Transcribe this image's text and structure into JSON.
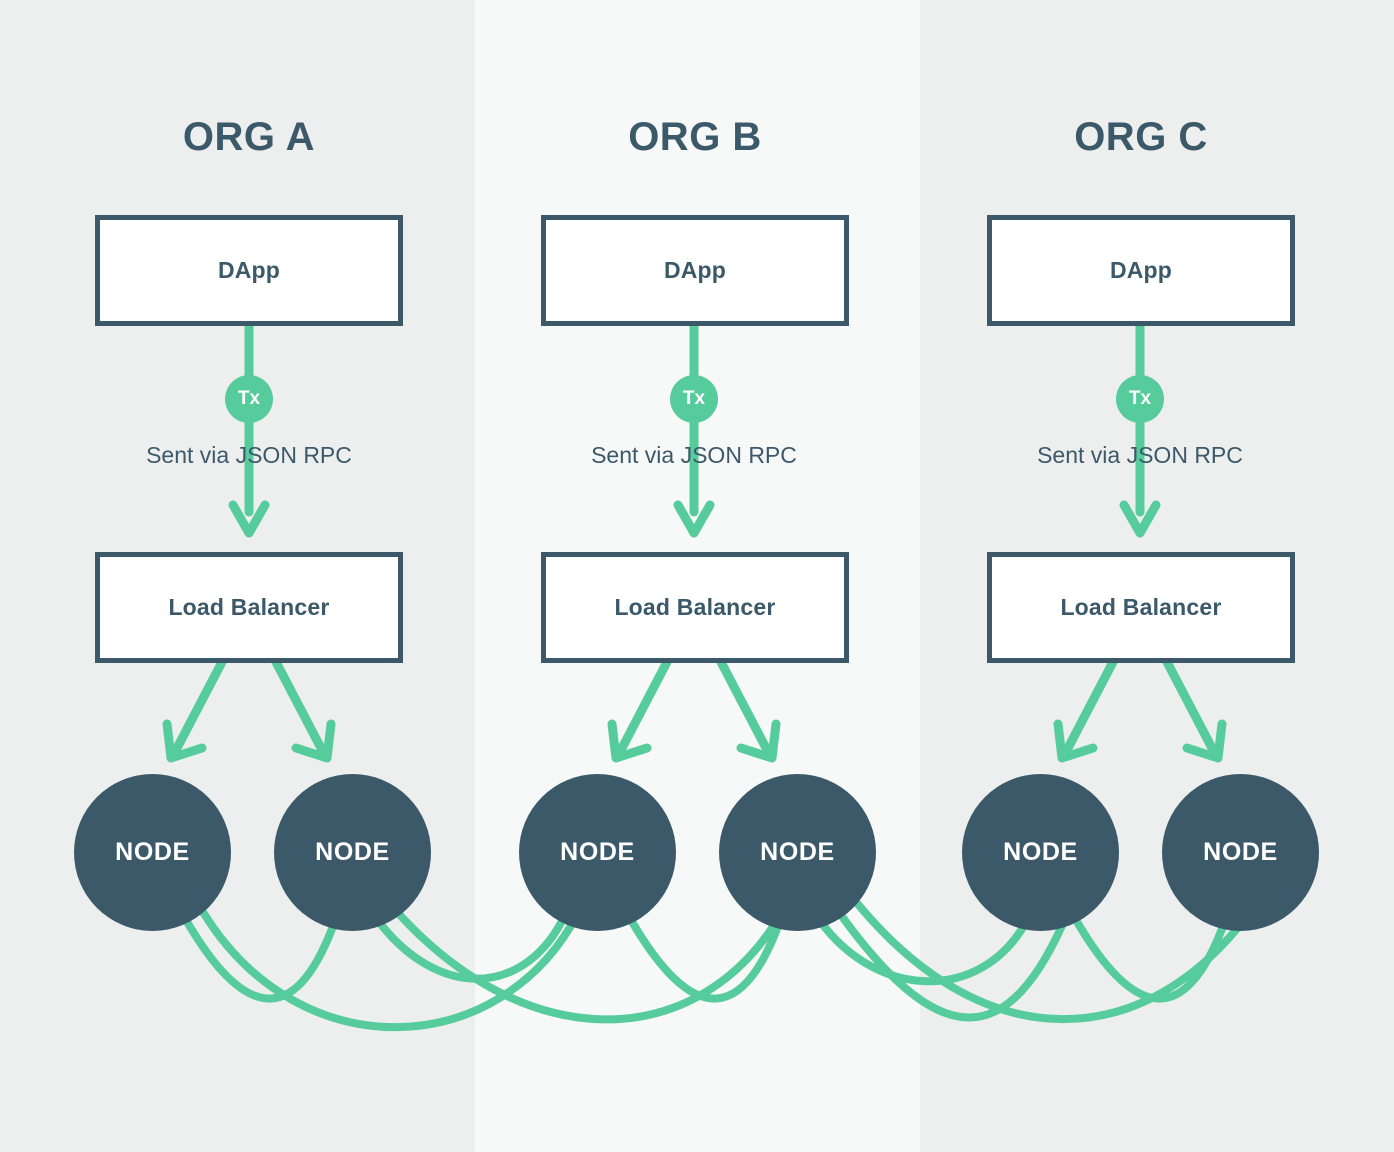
{
  "diagram": {
    "title_color": "#3c596a",
    "accent_color": "#56cc9d",
    "node_color": "#3c596a",
    "band_color_outer": "#edefee",
    "band_color_inner": "#f7f8f8",
    "orgs": [
      {
        "title": "ORG A",
        "dapp_label": "DApp",
        "tx_label": "Tx",
        "rpc_label": "Sent via JSON RPC",
        "load_balancer_label": "Load Balancer",
        "nodes": [
          {
            "label": "NODE"
          },
          {
            "label": "NODE"
          }
        ]
      },
      {
        "title": "ORG B",
        "dapp_label": "DApp",
        "tx_label": "Tx",
        "rpc_label": "Sent via JSON RPC",
        "load_balancer_label": "Load Balancer",
        "nodes": [
          {
            "label": "NODE"
          },
          {
            "label": "NODE"
          }
        ]
      },
      {
        "title": "ORG C",
        "dapp_label": "DApp",
        "tx_label": "Tx",
        "rpc_label": "Sent via JSON RPC",
        "load_balancer_label": "Load Balancer",
        "nodes": [
          {
            "label": "NODE"
          },
          {
            "label": "NODE"
          }
        ]
      }
    ]
  }
}
